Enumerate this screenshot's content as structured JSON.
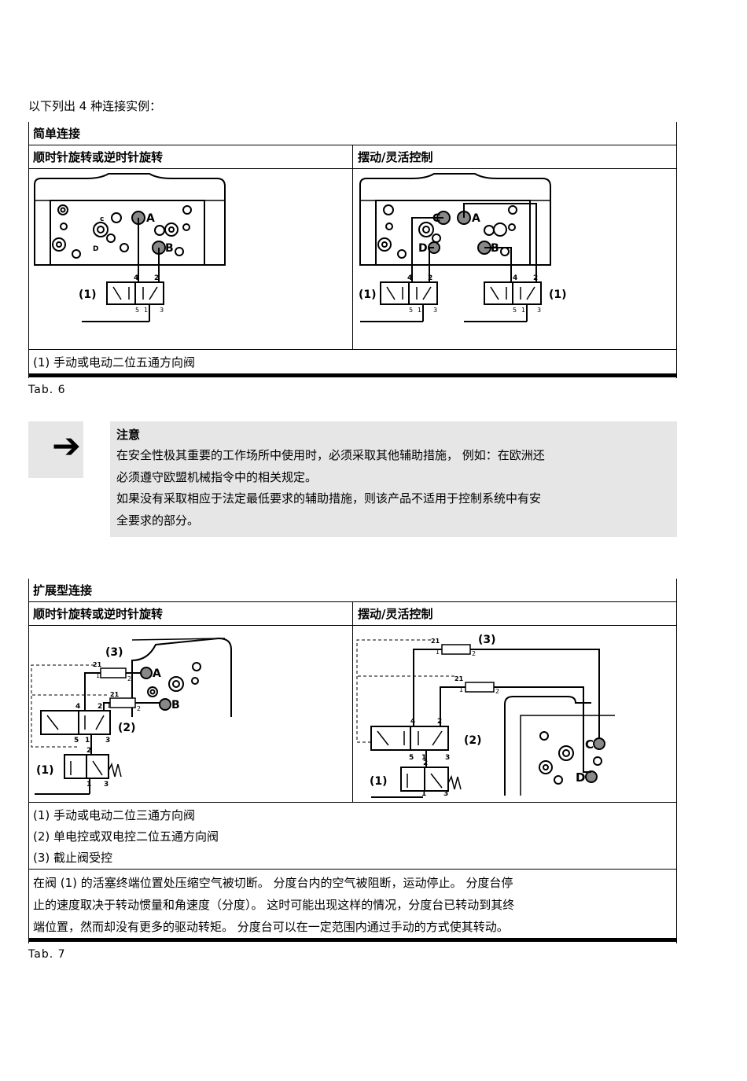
{
  "intro": "以下列出 4 种连接实例：",
  "table1": {
    "title": "简单连接",
    "col_left": "顺时针旋转或逆时针旋转",
    "col_right": "摆动/灵活控制",
    "footnote": "(1) 手动或电动二位五通方向阀",
    "caption": "Tab. 6"
  },
  "note": {
    "title": "注意",
    "lines": [
      "在安全性极其重要的工作场所中使用时，必须采取其他辅助措施， 例如：在欧洲还",
      "必须遵守欧盟机械指令中的相关规定。",
      "如果没有采取相应于法定最低要求的辅助措施，则该产品不适用于控制系统中有安",
      "全要求的部分。"
    ]
  },
  "table2": {
    "title": "扩展型连接",
    "col_left": "顺时针旋转或逆时针旋转",
    "col_right": "摆动/灵活控制",
    "footnotes": [
      "(1) 手动或电动二位三通方向阀",
      "(2) 单电控或双电控二位五通方向阀",
      "(3) 截止阀受控"
    ],
    "description": [
      "在阀 (1) 的活塞终端位置处压缩空气被切断。 分度台内的空气被阻断，运动停止。 分度台停",
      "止的速度取决于转动惯量和角速度（分度）。 这时可能出现这样的情况，分度台已转动到其终",
      "端位置，然而却没有更多的驱动转矩。 分度台可以在一定范围内通过手动的方式使其转动。"
    ],
    "caption": "Tab. 7"
  },
  "diagram_labels": {
    "port_a": "A",
    "port_b": "B",
    "port_c": "C",
    "port_d": "D",
    "valve_1": "(1)",
    "valve_2": "(2)",
    "valve_3": "(3)",
    "num_1": "1",
    "num_2": "2",
    "num_3": "3",
    "num_4": "4",
    "num_5": "5",
    "num_21": "21",
    "small_c": "c",
    "small_d": "D"
  },
  "icons": {
    "note_arrow": "arrow-right-icon"
  }
}
